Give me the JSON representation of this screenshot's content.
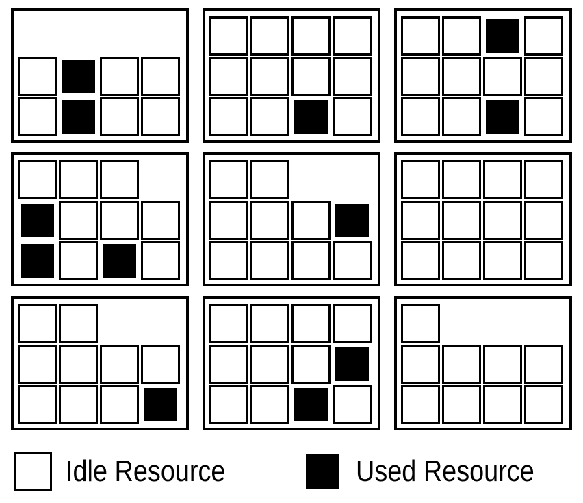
{
  "figure": {
    "description": "3x3 grid of resource pools, each a 3x4 grid of slots",
    "grid_rows": 3,
    "grid_cols": 3,
    "slot_rows": 3,
    "slot_cols": 4,
    "cell_state_key": {
      "I": "idle",
      "U": "used",
      "_": "empty"
    },
    "panels": [
      {
        "id": "panel-1",
        "rows": [
          "____",
          "IUII",
          "IUII"
        ]
      },
      {
        "id": "panel-2",
        "rows": [
          "IIII",
          "IIII",
          "IIUI"
        ]
      },
      {
        "id": "panel-3",
        "rows": [
          "IIUI",
          "IIII",
          "IIUI"
        ]
      },
      {
        "id": "panel-4",
        "rows": [
          "III_",
          "UIII",
          "UIUI"
        ]
      },
      {
        "id": "panel-5",
        "rows": [
          "II__",
          "IIIU",
          "IIII"
        ]
      },
      {
        "id": "panel-6",
        "rows": [
          "IIII",
          "IIII",
          "IIII"
        ]
      },
      {
        "id": "panel-7",
        "rows": [
          "II__",
          "IIII",
          "IIIU"
        ]
      },
      {
        "id": "panel-8",
        "rows": [
          "IIII",
          "IIIU",
          "IIUI"
        ]
      },
      {
        "id": "panel-9",
        "rows": [
          "I___",
          "IIII",
          "IIII"
        ]
      }
    ]
  },
  "legend": {
    "idle_label": "Idle Resource",
    "used_label": "Used Resource"
  },
  "colors": {
    "idle_fill": "#ffffff",
    "used_fill": "#000000",
    "border": "#000000",
    "background": "#ffffff"
  }
}
